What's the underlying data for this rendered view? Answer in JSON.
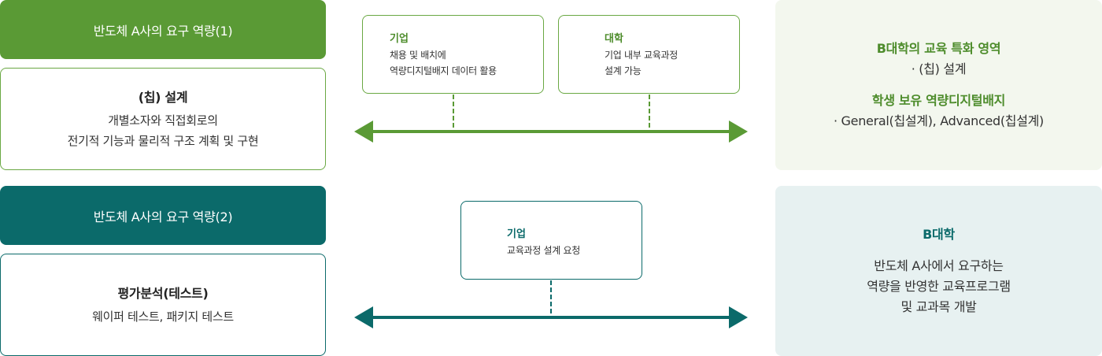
{
  "row1": {
    "header": "반도체 A사의 요구 역량(1)",
    "detail": {
      "title": "(칩) 설계",
      "lines": [
        "개별소자와 직접회로의",
        "전기적 기능과 물리적 구조 계획 및 구현"
      ]
    },
    "info_boxes": [
      {
        "title": "기업",
        "lines": [
          "채용 및 배치에",
          "역량디지털배지 데이터 활용"
        ]
      },
      {
        "title": "대학",
        "lines": [
          "기업 내부 교육과정",
          "설계 가능"
        ]
      }
    ],
    "summary": {
      "heading1": "B대학의 교육 특화 영역",
      "line1": "· (칩) 설계",
      "heading2": "학생 보유 역량디지털배지",
      "line2": "· General(칩설계), Advanced(칩설계)"
    },
    "accent_color": "#5a9a35"
  },
  "row2": {
    "header": "반도체 A사의 요구 역량(2)",
    "detail": {
      "title": "평가분석(테스트)",
      "lines": [
        "웨이퍼 테스트, 패키지 테스트"
      ]
    },
    "info_boxes": [
      {
        "title": "기업",
        "lines": [
          "교육과정 설계 요청"
        ]
      }
    ],
    "summary": {
      "heading": "B대학",
      "lines": [
        "반도체 A사에서 요구하는",
        "역량을 반영한 교육프로그램",
        "및 교과목 개발"
      ]
    },
    "accent_color": "#0b6a6a"
  }
}
